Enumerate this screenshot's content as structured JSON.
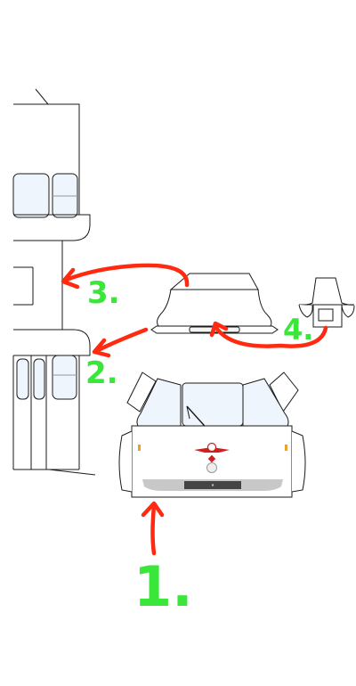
{
  "colors": {
    "background": "#ffffff",
    "outline": "#1a1a1a",
    "glass": "#eef5fc",
    "arrow": "#ff2a10",
    "step_number": "#39e639",
    "bumper": "#c8c8c8",
    "plate": "#444444",
    "emblem": "#d11f1f",
    "indicator": "#f0a020"
  },
  "steps": [
    {
      "id": "1",
      "label": "1."
    },
    {
      "id": "2",
      "label": "2."
    },
    {
      "id": "3",
      "label": "3."
    },
    {
      "id": "4",
      "label": "4."
    }
  ]
}
